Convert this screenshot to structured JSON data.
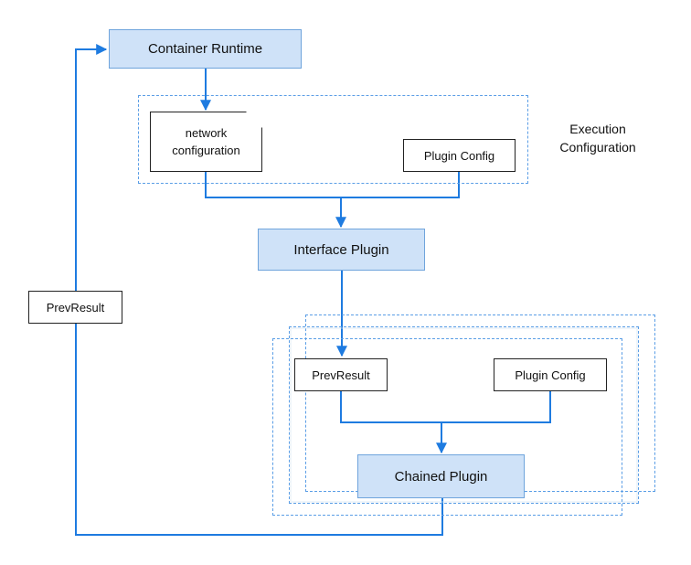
{
  "colors": {
    "wire": "#1e7be0",
    "process_fill": "#cfe2f8",
    "process_border": "#6fa4dc",
    "frame": "#5b9ee6",
    "doc_border": "#222222"
  },
  "nodes": {
    "container_runtime": "Container Runtime",
    "network_configuration": "network configuration",
    "plugin_config_top": "Plugin Config",
    "interface_plugin": "Interface Plugin",
    "prev_result_loop": "PrevResult",
    "prev_result_chain": "PrevResult",
    "plugin_config_chain": "Plugin Config",
    "chained_plugin": "Chained Plugin"
  },
  "groups": {
    "execution_configuration": "Execution Configuration"
  }
}
